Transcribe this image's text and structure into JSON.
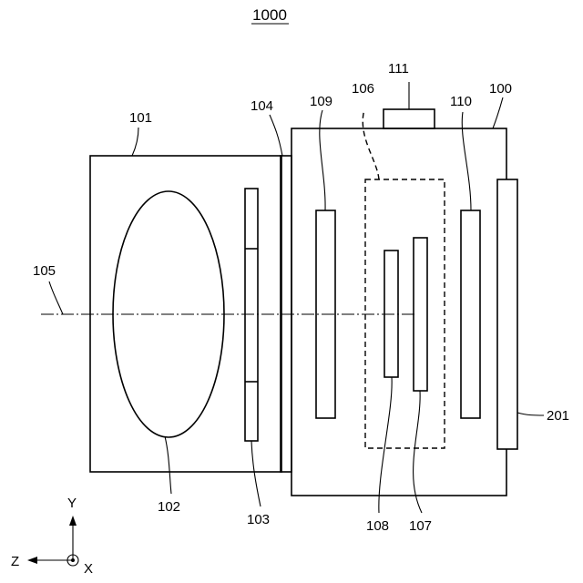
{
  "figure": {
    "title": "1000",
    "labels": {
      "l100": "100",
      "l101": "101",
      "l102": "102",
      "l103": "103",
      "l104": "104",
      "l105": "105",
      "l106": "106",
      "l107": "107",
      "l108": "108",
      "l109": "109",
      "l110": "110",
      "l111": "111",
      "l201": "201"
    },
    "axes": {
      "y": "Y",
      "z": "Z",
      "x": "X"
    }
  }
}
